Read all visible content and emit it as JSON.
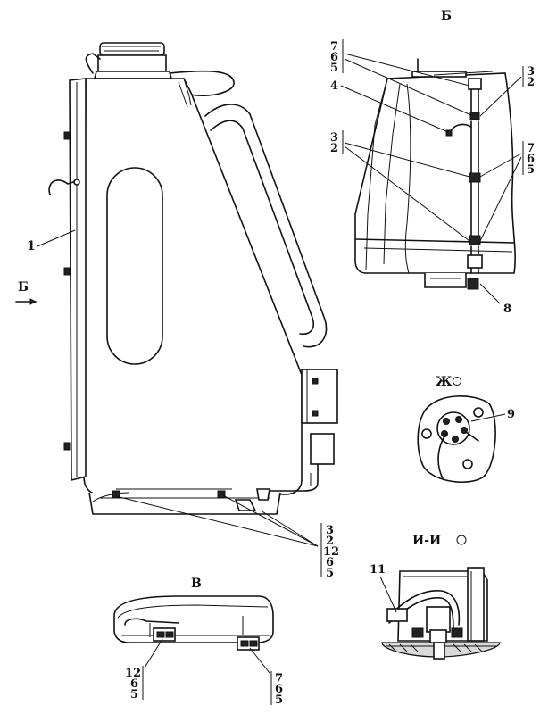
{
  "labels": {
    "b_view_title": "Б",
    "b_arrow_label": "Б",
    "zh_title": "Ж",
    "ii_title": "И-И",
    "v_title": "В",
    "tank_label": "1",
    "b_stack_left_1": [
      "7",
      "6",
      "5"
    ],
    "b_label_4": "4",
    "b_stack_left_2": [
      "3",
      "2"
    ],
    "b_stack_right_1": [
      "3",
      "2"
    ],
    "b_stack_right_2": [
      "7",
      "6",
      "5"
    ],
    "b_label_8": "8",
    "zh_label_9": "9",
    "ii_label_11": "11",
    "main_stack": [
      "3",
      "2",
      "12",
      "6",
      "5"
    ],
    "v_stack_left": [
      "12",
      "6",
      "5"
    ],
    "v_stack_right": [
      "7",
      "6",
      "5"
    ]
  }
}
